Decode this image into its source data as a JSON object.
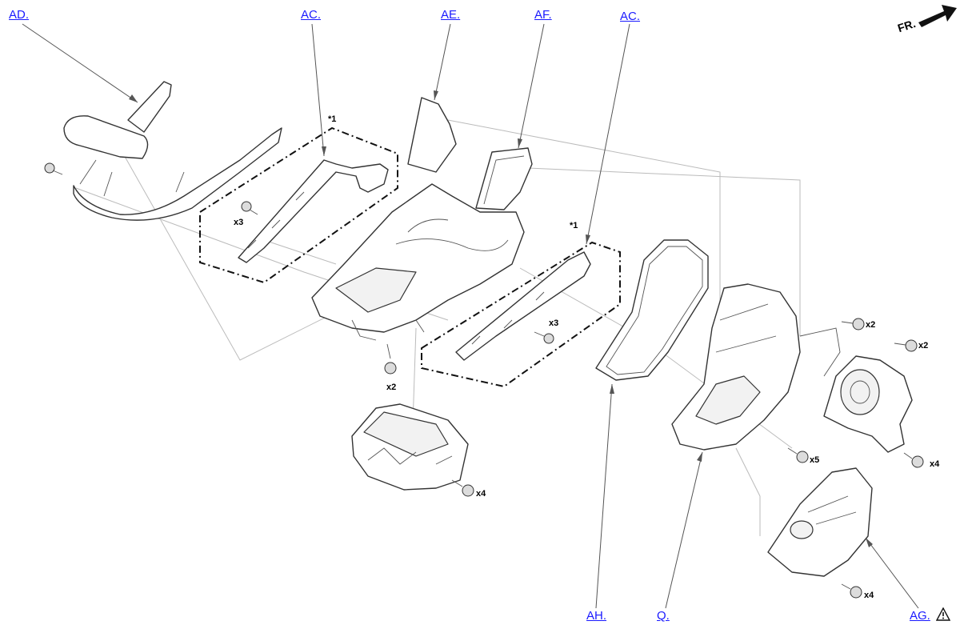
{
  "callouts": {
    "ad": "AD.",
    "ac_1": "AC.",
    "ae": "AE.",
    "af": "AF.",
    "ac_2": "AC.",
    "ah": "AH.",
    "q": "Q.",
    "ag": "AG."
  },
  "direction_label": "FR.",
  "notes": {
    "mark_1": "*1",
    "mark_2": "*1"
  },
  "quantities": {
    "left_clip": "x3",
    "center_bolt": "x2",
    "right_clip": "x3",
    "lower_bolt": "x4",
    "right_upper_1": "x2",
    "right_upper_2": "x2",
    "right_mid": "x5",
    "right_side": "x4",
    "bottom_right": "x4"
  },
  "icons": {
    "arrow": "direction-arrow-icon",
    "warning": "warning-triangle-icon"
  },
  "colors": {
    "link": "#1a1aff",
    "line": "#333333",
    "ghost": "#bbbbbb"
  }
}
